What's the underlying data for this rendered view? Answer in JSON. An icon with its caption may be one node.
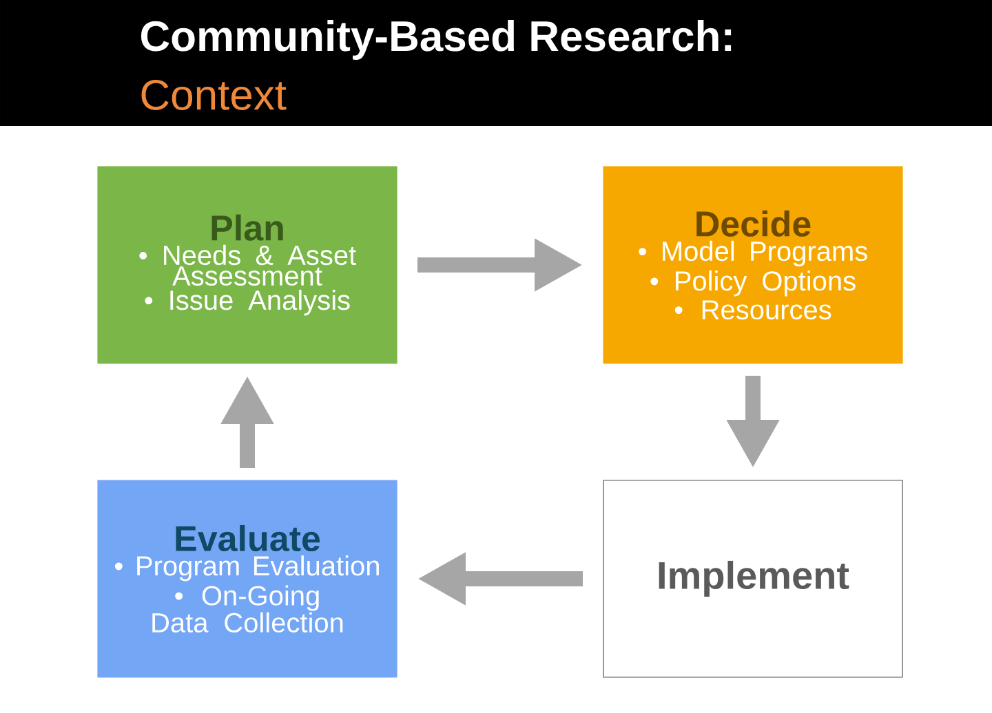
{
  "diagram": {
    "title": "Community-Based Research:",
    "nodes": [
      {
        "text": [
          "Plan",
          "• Needs & Asset Assessment",
          "• Issue Analysis"
        ]
      },
      {
        "text": [
          "Decide",
          "• Model Programs",
          "• Policy Options",
          "• Resources"
        ]
      },
      {
        "text": [
          "Evaluate",
          "• Program Evaluation",
          "• On-Going Data Collection"
        ]
      },
      {
        "text": [
          "Implement"
        ]
      }
    ],
    "edges": [
      {
        "from": 0,
        "to": 1,
        "arrow": "to"
      },
      {
        "from": 1,
        "to": 3,
        "arrow": "to"
      },
      {
        "from": 3,
        "to": 2,
        "arrow": "to"
      },
      {
        "from": 2,
        "to": 0,
        "arrow": "to"
      }
    ],
    "labels": [
      "Context"
    ]
  }
}
